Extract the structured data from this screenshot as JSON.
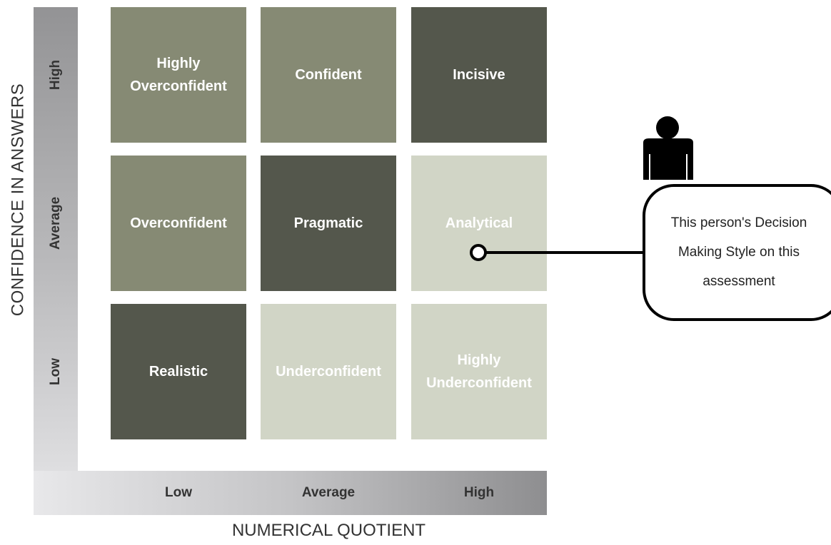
{
  "axes": {
    "y_title": "CONFIDENCE IN ANSWERS",
    "x_title": "NUMERICAL QUOTIENT",
    "y_levels": [
      "High",
      "Average",
      "Low"
    ],
    "x_levels": [
      "Low",
      "Average",
      "High"
    ]
  },
  "grid": {
    "rows": [
      {
        "level": "High",
        "cells": [
          {
            "lines": [
              "Highly",
              "Overconfident"
            ],
            "color": "#868a74"
          },
          {
            "lines": [
              "Confident"
            ],
            "color": "#868a74"
          },
          {
            "lines": [
              "Incisive"
            ],
            "color": "#54574c"
          }
        ]
      },
      {
        "level": "Average",
        "cells": [
          {
            "lines": [
              "Overconfident"
            ],
            "color": "#868a74"
          },
          {
            "lines": [
              "Pragmatic"
            ],
            "color": "#54574c"
          },
          {
            "lines": [
              "Analytical"
            ],
            "color": "#d1d5c6",
            "marker": true
          }
        ]
      },
      {
        "level": "Low",
        "cells": [
          {
            "lines": [
              "Realistic"
            ],
            "color": "#54574c"
          },
          {
            "lines": [
              "Underconfident"
            ],
            "color": "#d1d5c6"
          },
          {
            "lines": [
              "Highly",
              "Underconfident"
            ],
            "color": "#d1d5c6"
          }
        ]
      }
    ]
  },
  "callout": {
    "lines": [
      "This person's Decision",
      "Making Style on this",
      "assessment"
    ],
    "icon": "person-icon"
  },
  "colors": {
    "olive": "#868a74",
    "dark": "#54574c",
    "light": "#d1d5c6",
    "axis_text": "#333333"
  }
}
